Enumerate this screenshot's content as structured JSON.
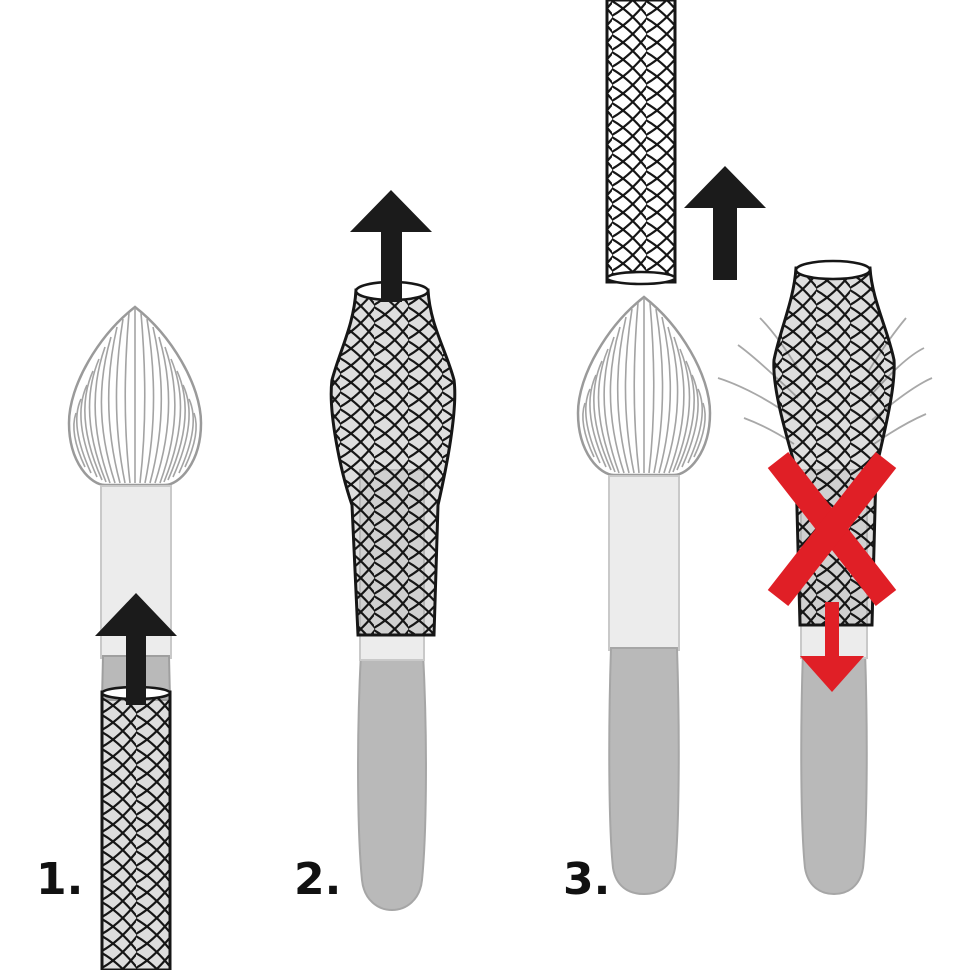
{
  "steps": [
    {
      "label": "1."
    },
    {
      "label": "2."
    },
    {
      "label": "3."
    }
  ],
  "colors": {
    "bristle": "#9a9a9a",
    "ferrule": "#ececec",
    "handle": "#b9b9b9",
    "net": "#161616",
    "arrow": "#1b1b1b",
    "wrong": "#e01f26"
  },
  "icons": [
    "arrow-up-icon",
    "cross-icon",
    "arrow-down-icon"
  ]
}
